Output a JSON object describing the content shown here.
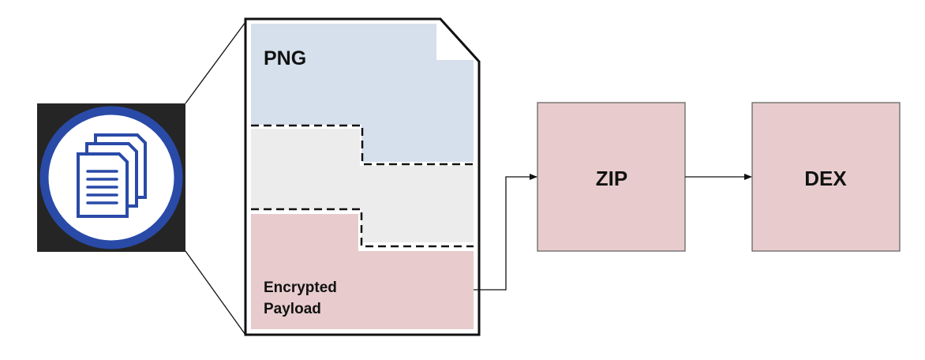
{
  "diagram": {
    "source_icon": {
      "name": "documents-icon",
      "ring_color": "#2a4aa8",
      "bg_color": "#252525"
    },
    "file": {
      "layers": [
        {
          "id": "png",
          "label": "PNG",
          "color": "#d6dfec"
        },
        {
          "id": "middle",
          "label": "",
          "color": "#ececec"
        },
        {
          "id": "payload",
          "label_line1": "Encrypted",
          "label_line2": "Payload",
          "color": "#e8cccd"
        }
      ]
    },
    "stages": [
      {
        "id": "zip",
        "label": "ZIP",
        "color": "#e8cccd"
      },
      {
        "id": "dex",
        "label": "DEX",
        "color": "#e8cccd"
      }
    ],
    "edges": [
      {
        "from": "payload",
        "to": "zip"
      },
      {
        "from": "zip",
        "to": "dex"
      }
    ]
  }
}
